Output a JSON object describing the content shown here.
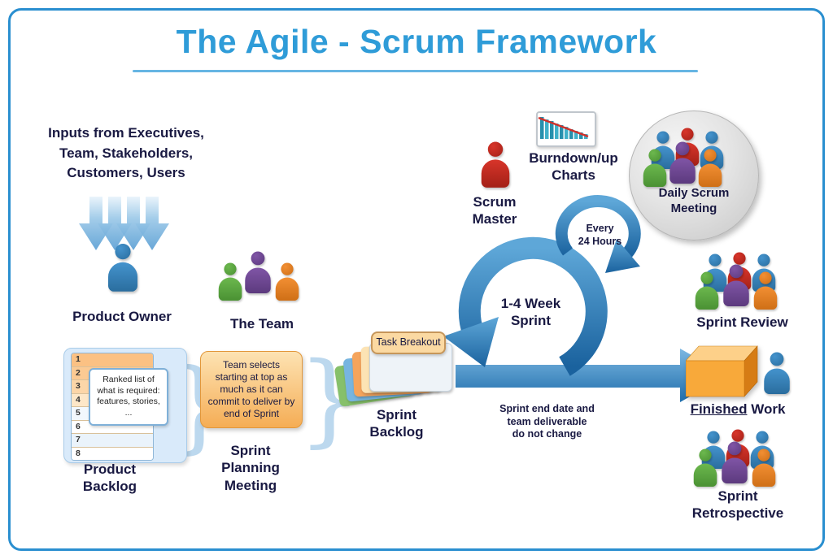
{
  "title": "The Agile - Scrum Framework",
  "colors": {
    "frame": "#2a8fd0",
    "title": "#2f9cd8",
    "text": "#191942",
    "arrow_blue": "#2677b4",
    "orange_box": "#f5ad55",
    "gray_circle": "#d9d9d9",
    "brace": "#bcd8ee"
  },
  "inputs_note": "Inputs from Executives,\nTeam, Stakeholders,\nCustomers, Users",
  "product_owner_label": "Product Owner",
  "team_label": "The Team",
  "product_backlog": {
    "rows": [
      "1",
      "2",
      "3",
      "4",
      "5",
      "6",
      "7",
      "8"
    ],
    "note": "Ranked list of what is required: features, stories, ...",
    "label": "Product\nBacklog"
  },
  "sprint_planning": {
    "box_text": "Team selects starting at top as much as it can commit to deliver by end of Sprint",
    "label": "Sprint\nPlanning\nMeeting"
  },
  "sprint_backlog": {
    "tag": "Task Breakout",
    "label": "Sprint\nBacklog"
  },
  "loop": {
    "sprint_label": "1-4 Week\nSprint",
    "daily_label": "Every\n24 Hours"
  },
  "scrum_master_label": "Scrum\nMaster",
  "burndown_label": "Burndown/up\nCharts",
  "daily_scrum_label": "Daily Scrum\nMeeting",
  "sprint_review_label": "Sprint Review",
  "finished_work": {
    "underlined": "Finished",
    "rest": " Work"
  },
  "sprint_end_note": "Sprint end date and\nteam deliverable\ndo not change",
  "sprint_retrospective_label": "Sprint\nRetrospective",
  "brace_glyph": "}"
}
